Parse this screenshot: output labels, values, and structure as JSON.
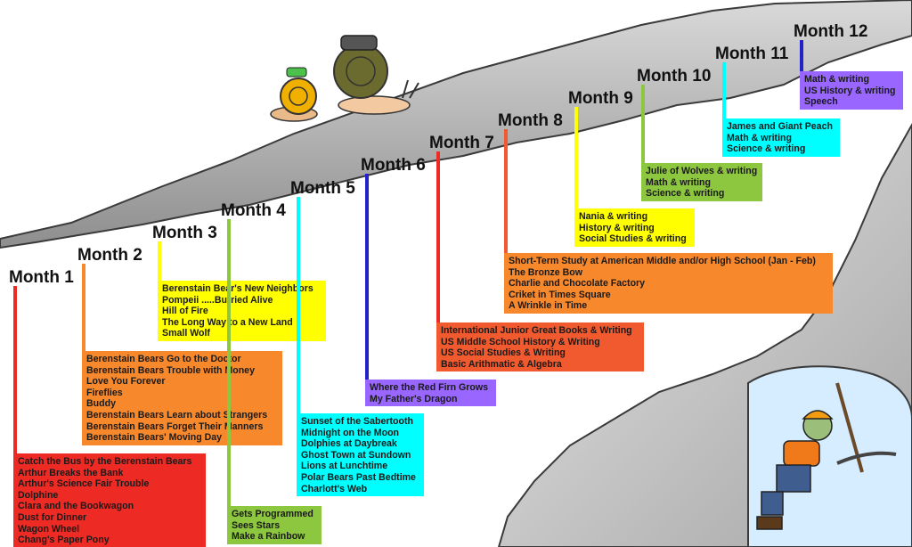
{
  "colors": {
    "red": "#ee2a24",
    "orange_red": "#f15a2e",
    "orange": "#f7882c",
    "yellow": "#ffff00",
    "green": "#8dc63f",
    "cyan": "#00ffff",
    "blue": "#2222c8",
    "purple": "#9966ff",
    "rock": "#a8a8a8",
    "sky": "#d6ecff"
  },
  "icons": [
    "snail-pair-icon",
    "miner-with-pickaxe-icon"
  ],
  "months": [
    {
      "label": "Month 1",
      "color": "#ee2a24",
      "items": [
        "Catch the Bus by the Berenstain Bears",
        "Arthur Breaks the Bank",
        "Arthur's Science Fair Trouble",
        "Dolphine",
        "Clara and the Bookwagon",
        "Dust for Dinner",
        "Wagon Wheel",
        "Chang's Paper Pony"
      ]
    },
    {
      "label": "Month 2",
      "color": "#f7882c",
      "items": [
        "Berenstain Bears Go to the Doctor",
        "Berenstain Bears Trouble with Money",
        "Love You Forever",
        "Fireflies",
        "Buddy",
        "Berenstain Bears Learn about Strangers",
        "Berenstain Bears Forget Their Manners",
        "Berenstain Bears' Moving Day"
      ]
    },
    {
      "label": "Month 3",
      "color": "#ffff00",
      "items": [
        "Berenstain Bear's New Neighbors",
        "Pompeii .....Burried Alive",
        "Hill of Fire",
        "The Long Way to a New Land",
        "Small Wolf"
      ]
    },
    {
      "label": "Month 4",
      "color": "#8dc63f",
      "items": [
        "Gets Programmed",
        "Sees Stars",
        "Make a Rainbow"
      ]
    },
    {
      "label": "Month 5",
      "color": "#00ffff",
      "items": [
        "Sunset of the Sabertooth",
        "Midnight on the Moon",
        "Dolphies at Daybreak",
        "Ghost Town at Sundown",
        "Lions at Lunchtime",
        "Polar Bears Past Bedtime",
        "Charlott's Web"
      ]
    },
    {
      "label": "Month 6",
      "color": "#2222c8",
      "box_color": "#9966ff",
      "items": [
        "Where the Red Firn Grows",
        "My Father's Dragon"
      ]
    },
    {
      "label": "Month 7",
      "color": "#ee2a24",
      "box_color": "#f15a2e",
      "items": [
        "International Junior Great Books & Writing",
        "US Middle School History & Writing",
        "US Social Studies & Writing",
        "Basic Arithmatic & Algebra"
      ]
    },
    {
      "label": "Month 8",
      "color": "#f15a2e",
      "box_color": "#f7882c",
      "items": [
        "Short-Term Study at American Middle and/or High School (Jan - Feb)",
        "The Bronze Bow",
        "Charlie and Chocolate Factory",
        "Criket in Times Square",
        "A Wrinkle in Time"
      ]
    },
    {
      "label": "Month 9",
      "color": "#ffff00",
      "items": [
        "Nania & writing",
        "History & writing",
        "Social Studies & writing"
      ]
    },
    {
      "label": "Month 10",
      "color": "#8dc63f",
      "items": [
        "Julie of Wolves & writing",
        "Math & writing",
        "Science & writing"
      ]
    },
    {
      "label": "Month 11",
      "color": "#00ffff",
      "items": [
        "James and Giant Peach",
        "Math & writing",
        "Science & writing"
      ]
    },
    {
      "label": "Month 12",
      "color": "#2222c8",
      "box_color": "#9966ff",
      "items": [
        "Math & writing",
        "US History & writing",
        "Speech"
      ]
    }
  ]
}
